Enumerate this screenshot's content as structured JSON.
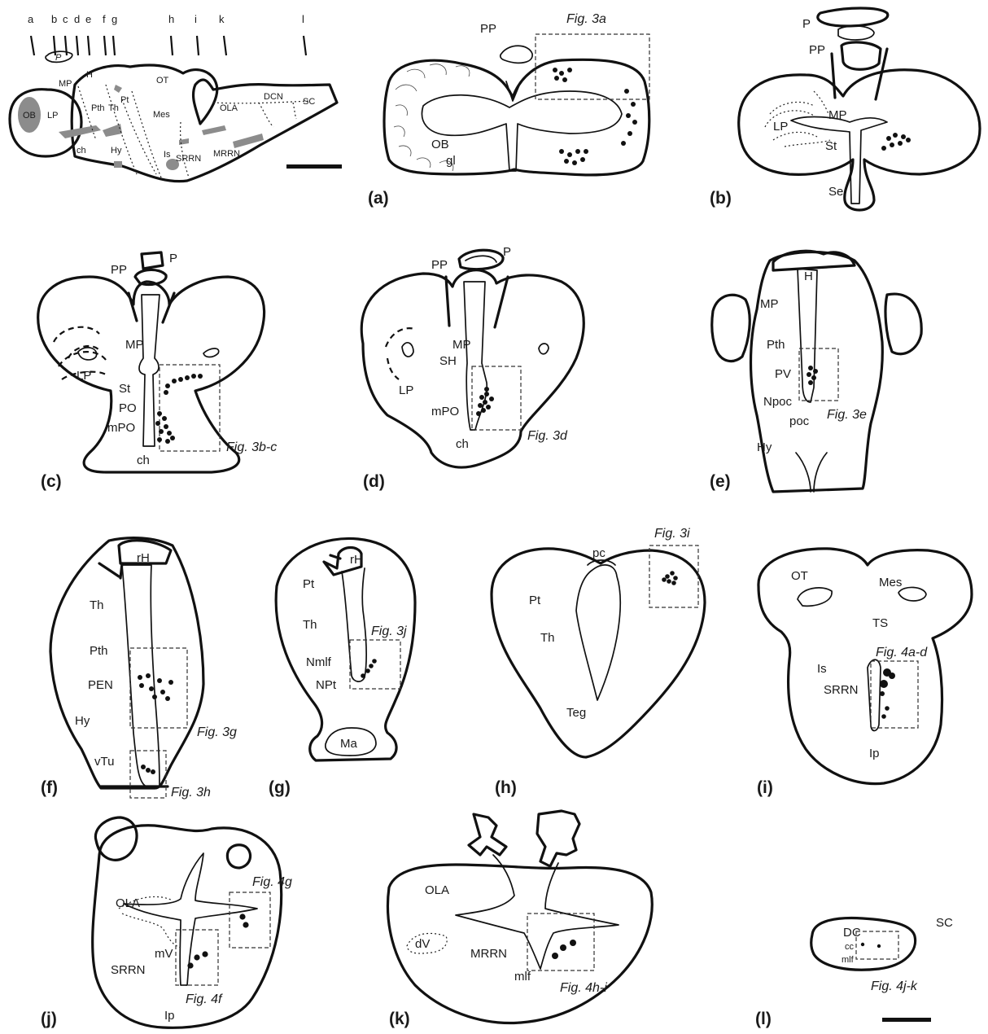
{
  "section_letters": [
    "a",
    "b",
    "c",
    "d",
    "e",
    "f",
    "g",
    "h",
    "i",
    "k",
    "l"
  ],
  "panels": {
    "overview": {
      "labels": [
        "OB",
        "LP",
        "P",
        "MP",
        "H",
        "Pth",
        "Th",
        "Pt",
        "OT",
        "Mes",
        "ch",
        "Hy",
        "Is",
        "SRRN",
        "MRRN",
        "OLA",
        "DCN",
        "SC"
      ]
    },
    "a": {
      "letter": "(a)",
      "labels": [
        "PP",
        "OB",
        "gl"
      ],
      "figrefs": [
        "Fig. 3a"
      ]
    },
    "b": {
      "letter": "(b)",
      "labels": [
        "P",
        "PP",
        "MP",
        "LP",
        "St",
        "Se"
      ],
      "figrefs": []
    },
    "c": {
      "letter": "(c)",
      "labels": [
        "PP",
        "P",
        "MP",
        "LP",
        "St",
        "PO",
        "mPO",
        "ch"
      ],
      "figrefs": [
        "Fig. 3b-c"
      ]
    },
    "d": {
      "letter": "(d)",
      "labels": [
        "PP",
        "P",
        "MP",
        "SH",
        "LP",
        "mPO",
        "ch"
      ],
      "figrefs": [
        "Fig. 3d"
      ]
    },
    "e": {
      "letter": "(e)",
      "labels": [
        "H",
        "MP",
        "Pth",
        "PV",
        "Npoc",
        "poc",
        "Hy"
      ],
      "figrefs": [
        "Fig. 3e"
      ]
    },
    "f": {
      "letter": "(f)",
      "labels": [
        "rH",
        "Th",
        "Pth",
        "PEN",
        "Hy",
        "vTu"
      ],
      "figrefs": [
        "Fig. 3g",
        "Fig. 3h"
      ]
    },
    "g": {
      "letter": "(g)",
      "labels": [
        "rH",
        "Pt",
        "Th",
        "Nmlf",
        "NPt",
        "Ma"
      ],
      "figrefs": [
        "Fig. 3j"
      ]
    },
    "h": {
      "letter": "(h)",
      "labels": [
        "pc",
        "Pt",
        "Th",
        "Teg"
      ],
      "figrefs": [
        "Fig. 3i"
      ]
    },
    "i": {
      "letter": "(i)",
      "labels": [
        "OT",
        "Mes",
        "TS",
        "Is",
        "SRRN",
        "Ip"
      ],
      "figrefs": [
        "Fig. 4a-d"
      ]
    },
    "j": {
      "letter": "(j)",
      "labels": [
        "OLA",
        "mV",
        "SRRN",
        "Ip"
      ],
      "figrefs": [
        "Fig. 4g",
        "Fig. 4f"
      ]
    },
    "k": {
      "letter": "(k)",
      "labels": [
        "OLA",
        "dV",
        "MRRN",
        "mlf"
      ],
      "figrefs": [
        "Fig. 4h-i"
      ]
    },
    "l": {
      "letter": "(l)",
      "labels": [
        "SC",
        "DC",
        "cc",
        "mlf"
      ],
      "figrefs": [
        "Fig. 4j-k"
      ]
    }
  },
  "colors": {
    "ink": "#111111",
    "gray_fill": "#8c8c8c",
    "background": "#ffffff"
  }
}
